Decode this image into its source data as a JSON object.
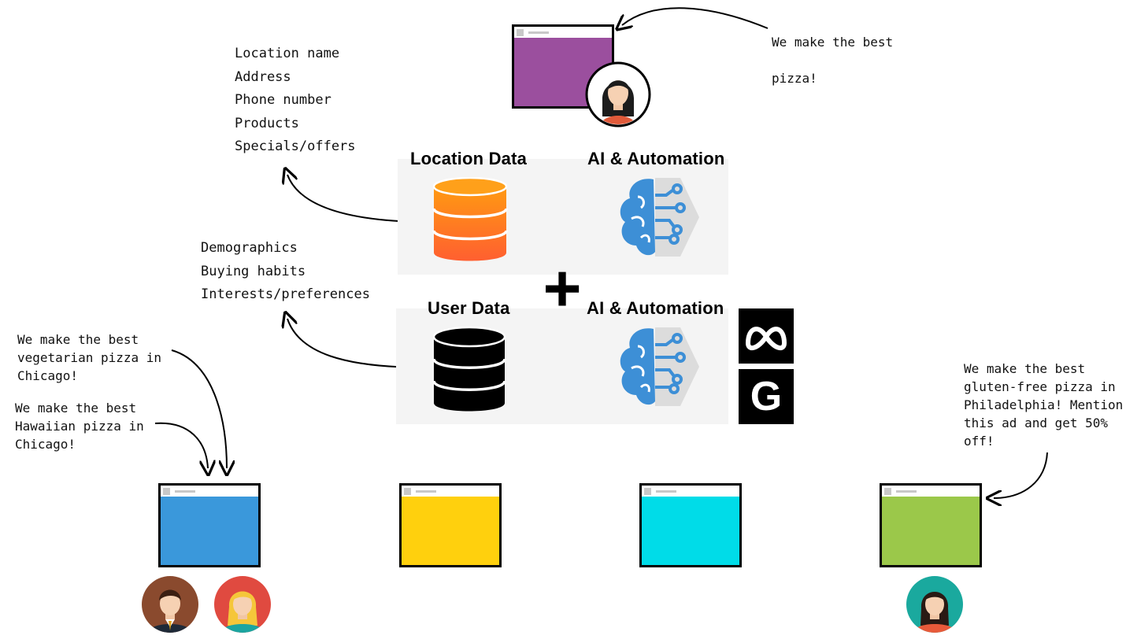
{
  "top_ad": {
    "caption_line1": "We make the best",
    "caption_line2": "pizza!",
    "color": "#9b4f9e"
  },
  "location_fields": [
    "Location name",
    "Address",
    "Phone number",
    "Products",
    "Specials/offers"
  ],
  "user_fields": [
    "Demographics",
    "Buying habits",
    "Interests/preferences"
  ],
  "location_panel": {
    "data_title": "Location Data",
    "ai_title": "AI & Automation",
    "db_color_top": "#ff9a1a",
    "db_color_bottom": "#ff6a2a"
  },
  "user_panel": {
    "data_title": "User Data",
    "ai_title": "AI & Automation",
    "db_color": "#000000"
  },
  "plus_sign": "+",
  "platforms": [
    {
      "icon": "meta-logo-icon"
    },
    {
      "icon": "google-logo-icon",
      "glyph": "G"
    }
  ],
  "left_captions": [
    {
      "text": "We make the best\nvegetarian pizza in\nChicago!"
    },
    {
      "text": "We make the best\nHawaiian pizza in\nChicago!"
    }
  ],
  "right_caption": {
    "text": "We make the best\ngluten-free pizza in\nPhiladelphia! Mention\nthis ad and get 50%\noff!"
  },
  "bottom_ads": [
    {
      "color": "#3a98db"
    },
    {
      "color": "#ffd00d"
    },
    {
      "color": "#00dce8"
    },
    {
      "color": "#9bc84a"
    }
  ],
  "brain_color": "#3d8fd6"
}
